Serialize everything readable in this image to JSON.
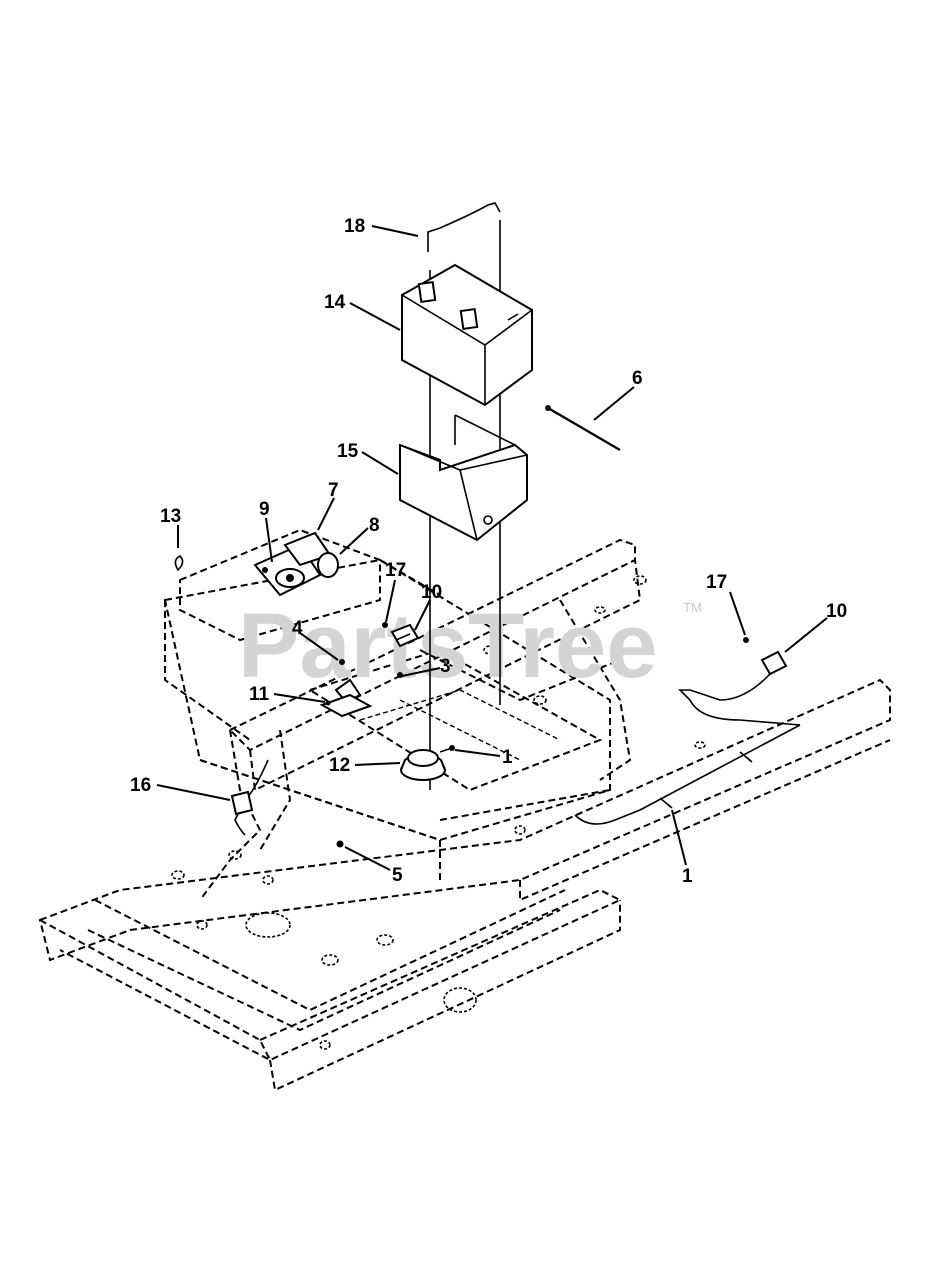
{
  "watermark": {
    "text": "PartsTree",
    "tm": "TM"
  },
  "callouts": [
    {
      "id": "c18",
      "label": "18"
    },
    {
      "id": "c14",
      "label": "14"
    },
    {
      "id": "c6",
      "label": "6"
    },
    {
      "id": "c15",
      "label": "15"
    },
    {
      "id": "c7",
      "label": "7"
    },
    {
      "id": "c13",
      "label": "13"
    },
    {
      "id": "c9",
      "label": "9"
    },
    {
      "id": "c8",
      "label": "8"
    },
    {
      "id": "c17a",
      "label": "17"
    },
    {
      "id": "c10a",
      "label": "10"
    },
    {
      "id": "c4",
      "label": "4"
    },
    {
      "id": "c3",
      "label": "3"
    },
    {
      "id": "c11",
      "label": "11"
    },
    {
      "id": "c1a",
      "label": "1"
    },
    {
      "id": "c12",
      "label": "12"
    },
    {
      "id": "c16",
      "label": "16"
    },
    {
      "id": "c5",
      "label": "5"
    },
    {
      "id": "c17b",
      "label": "17"
    },
    {
      "id": "c10b",
      "label": "10"
    },
    {
      "id": "c1b",
      "label": "1"
    }
  ]
}
